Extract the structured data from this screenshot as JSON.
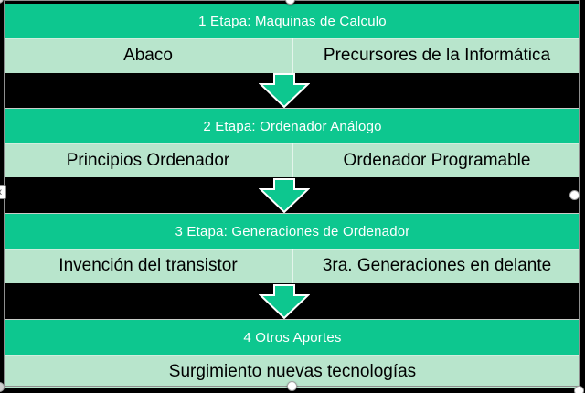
{
  "diagram": {
    "stages": [
      {
        "title": "1 Etapa: Maquinas de Calculo",
        "cells": [
          "Abaco",
          "Precursores de la Informática"
        ]
      },
      {
        "title": "2 Etapa: Ordenador Análogo",
        "cells": [
          "Principios Ordenador",
          "Ordenador Programable"
        ]
      },
      {
        "title": "3 Etapa: Generaciones de Ordenador",
        "cells": [
          "Invención del transistor",
          "3ra. Generaciones en delante"
        ]
      },
      {
        "title": "4 Otros Aportes",
        "cells": [
          "Surgimiento nuevas tecnologías"
        ]
      }
    ]
  },
  "colors": {
    "header_green": "#0dc78f",
    "cell_green": "#b8e5cc",
    "background_black": "#000000",
    "header_text": "#ffffff",
    "cell_text": "#000000",
    "arrow_fill": "#0dc78f",
    "arrow_outline": "#ffffff",
    "selection_line": "#8f8f8f"
  },
  "selection": {
    "left_handle_glyph": "x"
  }
}
